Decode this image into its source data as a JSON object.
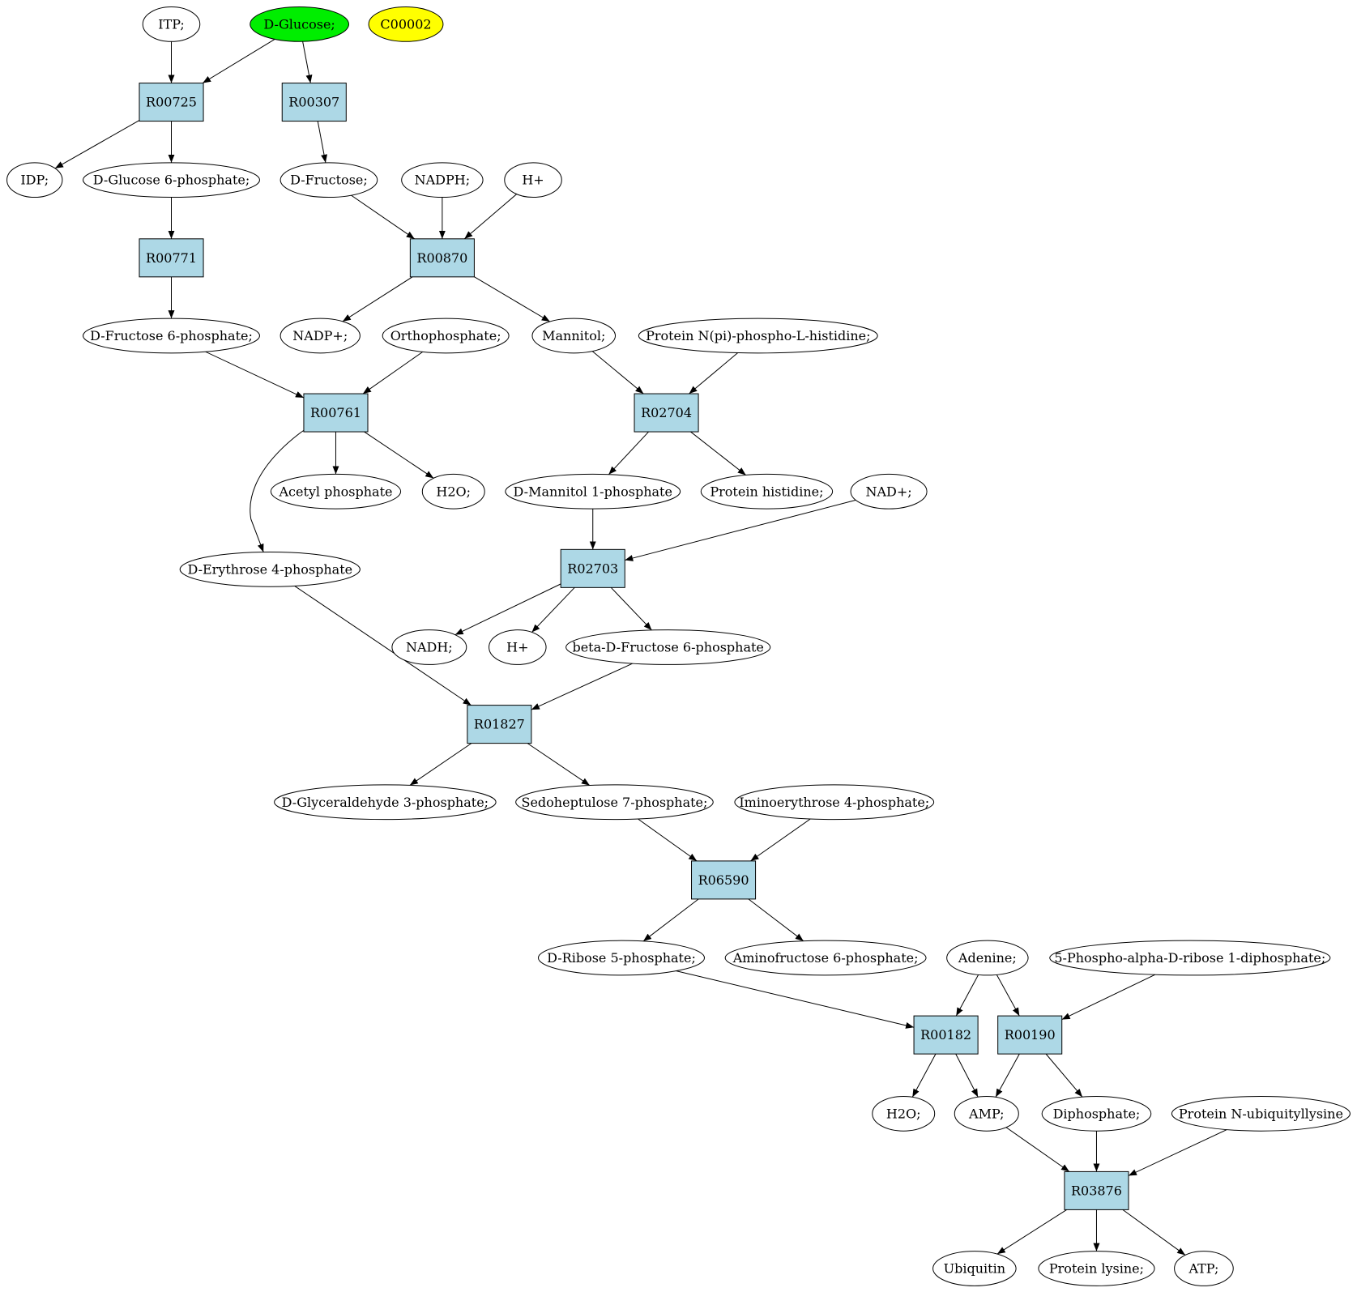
{
  "colors": {
    "reaction_fill": "#add8e6",
    "compound_fill": "#ffffff",
    "start_compound_fill": "#00ee00",
    "query_compound_fill": "#ffff00",
    "edge": "#000000"
  },
  "reactions": [
    {
      "id": "r_R00725",
      "label": "R00725"
    },
    {
      "id": "r_R00307",
      "label": "R00307"
    },
    {
      "id": "r_R00771",
      "label": "R00771"
    },
    {
      "id": "r_R00870",
      "label": "R00870"
    },
    {
      "id": "r_R00761",
      "label": "R00761"
    },
    {
      "id": "r_R02704",
      "label": "R02704"
    },
    {
      "id": "r_R02703",
      "label": "R02703"
    },
    {
      "id": "r_R01827",
      "label": "R01827"
    },
    {
      "id": "r_R06590",
      "label": "R06590"
    },
    {
      "id": "r_R00182",
      "label": "R00182"
    },
    {
      "id": "r_R00190",
      "label": "R00190"
    },
    {
      "id": "r_R03876",
      "label": "R03876"
    }
  ],
  "compounds": [
    {
      "id": "c_itp",
      "label": "ITP;"
    },
    {
      "id": "c_dglucose",
      "label": "D-Glucose;",
      "highlight": "start"
    },
    {
      "id": "c_c00002",
      "label": "C00002",
      "highlight": "query"
    },
    {
      "id": "c_idp",
      "label": "IDP;"
    },
    {
      "id": "c_dg6p",
      "label": "D-Glucose 6-phosphate;"
    },
    {
      "id": "c_dfructose",
      "label": "D-Fructose;"
    },
    {
      "id": "c_nadph",
      "label": "NADPH;"
    },
    {
      "id": "c_hplus1",
      "label": "H+"
    },
    {
      "id": "c_df6p",
      "label": "D-Fructose 6-phosphate;"
    },
    {
      "id": "c_nadp",
      "label": "NADP+;"
    },
    {
      "id": "c_ortho",
      "label": "Orthophosphate;"
    },
    {
      "id": "c_mannitol",
      "label": "Mannitol;"
    },
    {
      "id": "c_protnpi",
      "label": "Protein N(pi)-phospho-L-histidine;"
    },
    {
      "id": "c_acetylp",
      "label": "Acetyl phosphate"
    },
    {
      "id": "c_h2o1",
      "label": "H2O;"
    },
    {
      "id": "c_dm1p",
      "label": "D-Mannitol 1-phosphate"
    },
    {
      "id": "c_prothis",
      "label": "Protein histidine;"
    },
    {
      "id": "c_nad",
      "label": "NAD+;"
    },
    {
      "id": "c_de4p",
      "label": "D-Erythrose 4-phosphate"
    },
    {
      "id": "c_nadh",
      "label": "NADH;"
    },
    {
      "id": "c_hplus2",
      "label": "H+"
    },
    {
      "id": "c_bdf6p",
      "label": "beta-D-Fructose 6-phosphate"
    },
    {
      "id": "c_dga3p",
      "label": "D-Glyceraldehyde 3-phosphate;"
    },
    {
      "id": "c_s7p",
      "label": "Sedoheptulose 7-phosphate;"
    },
    {
      "id": "c_ie4p",
      "label": "Iminoerythrose 4-phosphate;"
    },
    {
      "id": "c_dr5p",
      "label": "D-Ribose 5-phosphate;"
    },
    {
      "id": "c_af6p",
      "label": "Aminofructose 6-phosphate;"
    },
    {
      "id": "c_adenine",
      "label": "Adenine;"
    },
    {
      "id": "c_prpp",
      "label": "5-Phospho-alpha-D-ribose 1-diphosphate;"
    },
    {
      "id": "c_h2o2",
      "label": "H2O;"
    },
    {
      "id": "c_amp",
      "label": "AMP;"
    },
    {
      "id": "c_diphos",
      "label": "Diphosphate;"
    },
    {
      "id": "c_protubq",
      "label": "Protein N-ubiquityllysine"
    },
    {
      "id": "c_ubiquitin",
      "label": "Ubiquitin"
    },
    {
      "id": "c_protlys",
      "label": "Protein lysine;"
    },
    {
      "id": "c_atp",
      "label": "ATP;"
    }
  ],
  "edges": [
    {
      "from": "c_itp",
      "to": "r_R00725"
    },
    {
      "from": "c_dglucose",
      "to": "r_R00725"
    },
    {
      "from": "c_dglucose",
      "to": "r_R00307"
    },
    {
      "from": "r_R00725",
      "to": "c_idp"
    },
    {
      "from": "r_R00725",
      "to": "c_dg6p"
    },
    {
      "from": "r_R00307",
      "to": "c_dfructose"
    },
    {
      "from": "c_dg6p",
      "to": "r_R00771"
    },
    {
      "from": "c_dfructose",
      "to": "r_R00870"
    },
    {
      "from": "c_nadph",
      "to": "r_R00870"
    },
    {
      "from": "c_hplus1",
      "to": "r_R00870"
    },
    {
      "from": "r_R00771",
      "to": "c_df6p"
    },
    {
      "from": "r_R00870",
      "to": "c_nadp"
    },
    {
      "from": "r_R00870",
      "to": "c_mannitol"
    },
    {
      "from": "c_df6p",
      "to": "r_R00761"
    },
    {
      "from": "c_ortho",
      "to": "r_R00761"
    },
    {
      "from": "c_mannitol",
      "to": "r_R02704"
    },
    {
      "from": "c_protnpi",
      "to": "r_R02704"
    },
    {
      "from": "r_R00761",
      "to": "c_de4p"
    },
    {
      "from": "r_R00761",
      "to": "c_acetylp"
    },
    {
      "from": "r_R00761",
      "to": "c_h2o1"
    },
    {
      "from": "r_R02704",
      "to": "c_dm1p"
    },
    {
      "from": "r_R02704",
      "to": "c_prothis"
    },
    {
      "from": "c_dm1p",
      "to": "r_R02703"
    },
    {
      "from": "c_nad",
      "to": "r_R02703"
    },
    {
      "from": "r_R02703",
      "to": "c_nadh"
    },
    {
      "from": "r_R02703",
      "to": "c_hplus2"
    },
    {
      "from": "r_R02703",
      "to": "c_bdf6p"
    },
    {
      "from": "c_de4p",
      "to": "r_R01827"
    },
    {
      "from": "c_bdf6p",
      "to": "r_R01827"
    },
    {
      "from": "r_R01827",
      "to": "c_dga3p"
    },
    {
      "from": "r_R01827",
      "to": "c_s7p"
    },
    {
      "from": "c_s7p",
      "to": "r_R06590"
    },
    {
      "from": "c_ie4p",
      "to": "r_R06590"
    },
    {
      "from": "r_R06590",
      "to": "c_dr5p"
    },
    {
      "from": "r_R06590",
      "to": "c_af6p"
    },
    {
      "from": "c_dr5p",
      "to": "r_R00182"
    },
    {
      "from": "c_adenine",
      "to": "r_R00182"
    },
    {
      "from": "c_adenine",
      "to": "r_R00190"
    },
    {
      "from": "c_prpp",
      "to": "r_R00190"
    },
    {
      "from": "r_R00182",
      "to": "c_h2o2"
    },
    {
      "from": "r_R00182",
      "to": "c_amp"
    },
    {
      "from": "r_R00190",
      "to": "c_amp"
    },
    {
      "from": "r_R00190",
      "to": "c_diphos"
    },
    {
      "from": "c_amp",
      "to": "r_R03876"
    },
    {
      "from": "c_diphos",
      "to": "r_R03876"
    },
    {
      "from": "c_protubq",
      "to": "r_R03876"
    },
    {
      "from": "r_R03876",
      "to": "c_ubiquitin"
    },
    {
      "from": "r_R03876",
      "to": "c_protlys"
    },
    {
      "from": "r_R03876",
      "to": "c_atp"
    }
  ]
}
